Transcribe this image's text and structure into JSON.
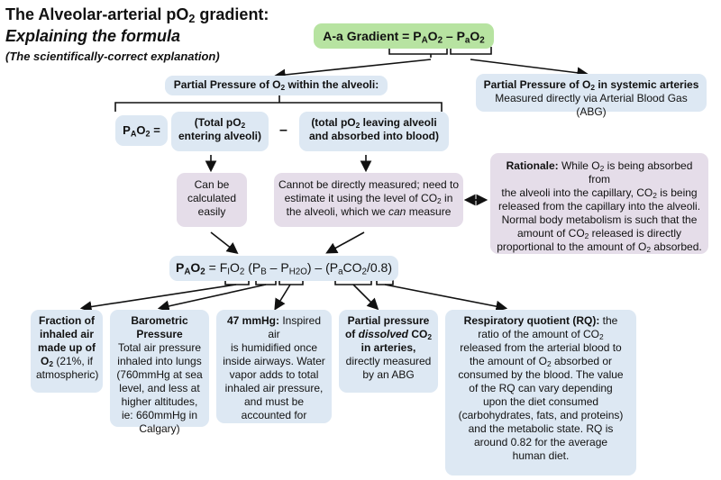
{
  "title": {
    "line1": "The Alveolar-arterial pO",
    "line1_sub": "2",
    "line1_end": " gradient:",
    "line2": "Explaining the formula",
    "line3": "(The scientifically-correct explanation)"
  },
  "formula_top": {
    "label": "A-a Gradient = P",
    "sub_a": "A",
    "o2": "O",
    "sub_2": "2",
    "minus": " – P",
    "sub_a2": "a",
    "o2b": "O",
    "sub_2b": "2"
  },
  "alveoli_header": {
    "text": "Partial Pressure of O",
    "sub": "2",
    "end": " within the alveoli:"
  },
  "arteries": {
    "title": "Partial Pressure of O",
    "title_sub": "2",
    "title_end": " in systemic arteries",
    "desc": "Measured directly via Arterial Blood Gas (ABG)"
  },
  "pao2_label": {
    "p": "P",
    "sub_a": "A",
    "o": "O",
    "sub_2": "2",
    "eq": " ="
  },
  "total_entering": {
    "line1a": "(Total pO",
    "line1_sub": "2",
    "line2": "entering alveoli)"
  },
  "minus_sign": "–",
  "total_leaving": {
    "line1a": "(total pO",
    "line1_sub": "2",
    "line1b": " leaving alveoli",
    "line2": "and absorbed into blood)"
  },
  "calculated": {
    "line1": "Can be",
    "line2": "calculated",
    "line3": "easily"
  },
  "not_measured": {
    "line1": "Cannot be directly measured; need to",
    "line2a": "estimate it using the level of CO",
    "line2_sub": "2",
    "line2b": " in",
    "line3a": "the alveoli, which we ",
    "line3_i": "can",
    "line3b": " measure"
  },
  "rationale": {
    "label": "Rationale:",
    "l1a": " While O",
    "l1_sub": "2",
    "l1b": " is being absorbed from",
    "l2": "the alveoli into the capillary, CO",
    "l2_sub": "2",
    "l2b": " is being",
    "l3": "released from the capillary into the alveoli.",
    "l4": "Normal body metabolism is such that the",
    "l5a": "amount of CO",
    "l5_sub": "2",
    "l5b": " released is directly",
    "l6a": "proportional to the amount of O",
    "l6_sub": "2",
    "l6b": " absorbed."
  },
  "main_formula": {
    "p": "P",
    "sub_a": "A",
    "o": "O",
    "sub_2": "2",
    "eq": " = F",
    "sub_i": "I",
    "o2": "O",
    "sub_2b": "2",
    "paren": " (P",
    "sub_b": "B",
    "minus": " – P",
    "sub_h2o": "H2O",
    "close": ") – (P",
    "sub_a2": "a",
    "co": "CO",
    "sub_2c": "2",
    "end": "/0.8)"
  },
  "fraction": {
    "l1": "Fraction of",
    "l2": "inhaled air",
    "l3": "made up of",
    "l4a": "O",
    "l4_sub": "2",
    "l4b": " (21%, if",
    "l5": "atmospheric)"
  },
  "barometric": {
    "t1": "Barometric",
    "t2": "Pressure",
    "l1": "Total air pressure",
    "l2": "inhaled into lungs",
    "l3": "(760mmHg at sea",
    "l4": "level, and less at",
    "l5": "higher altitudes,",
    "l6": "ie: 660mmHg in",
    "l7": "Calgary)"
  },
  "mmhg47": {
    "label": "47 mmHg:",
    "l1b": " Inspired air",
    "l2": "is humidified once",
    "l3": "inside airways. Water",
    "l4": "vapor adds to total",
    "l5": "inhaled air pressure,",
    "l6": "and must be",
    "l7": "accounted for"
  },
  "dissolved": {
    "t1": "Partial pressure",
    "t2a": "of ",
    "t2_i": "dissolved",
    "t2b": " CO",
    "t2_sub": "2",
    "t3": "in arteries,",
    "l4": "directly measured",
    "l5": "by an ABG"
  },
  "rq": {
    "label": "Respiratory quotient (RQ):",
    "l1b": " the",
    "l2a": "ratio of the amount of CO",
    "l2_sub": "2",
    "l3": "released from the arterial blood to",
    "l4a": "the amount of O",
    "l4_sub": "2",
    "l4b": " absorbed or",
    "l5": "consumed by the blood. The value",
    "l6": "of the RQ can vary depending",
    "l7": "upon the diet consumed",
    "l8": "(carbohydrates, fats, and proteins)",
    "l9": "and the metabolic state. RQ is",
    "l10": "around 0.82 for the average",
    "l11": "human diet."
  }
}
